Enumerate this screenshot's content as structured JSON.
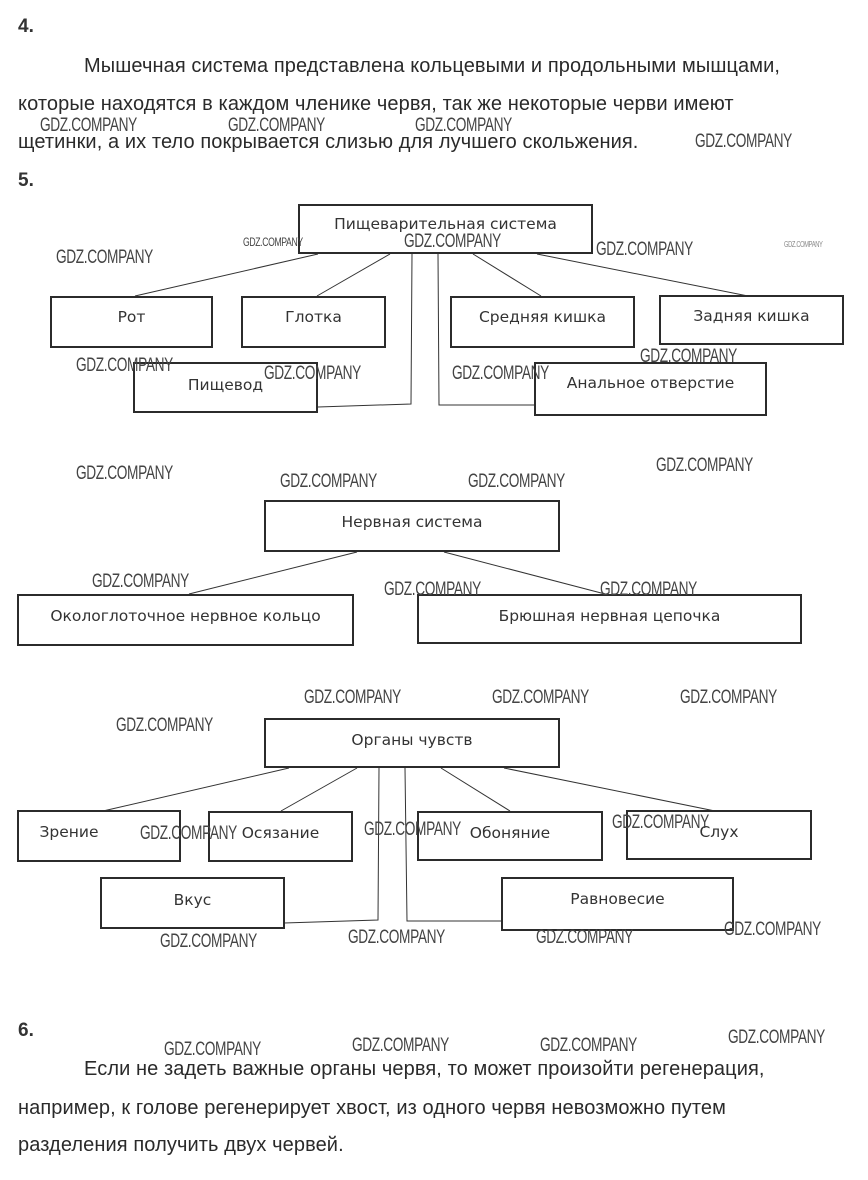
{
  "sections": {
    "q4": {
      "number": "4.",
      "lines": [
        "Мышечная система представлена кольцевыми и продольными мышцами,",
        "которые находятся в каждом членике червя, так же некоторые черви имеют",
        "щетинки, а их тело покрывается слизью для лучшего скольжения."
      ]
    },
    "q5": {
      "number": "5.",
      "digestive": {
        "root": "Пищеварительная система",
        "children": [
          "Рот",
          "Глотка",
          "Средняя кишка",
          "Задняя кишка",
          "Пищевод",
          "Анальное отверстие"
        ]
      },
      "nervous": {
        "root": "Нервная система",
        "children": [
          "Окологлоточное нервное кольцо",
          "Брюшная нервная цепочка"
        ]
      },
      "senses": {
        "root": "Органы чувств",
        "children": [
          "Зрение",
          "Осязание",
          "Обоняние",
          "Слух",
          "Вкус",
          "Равновесие"
        ]
      }
    },
    "q6": {
      "number": "6.",
      "lines": [
        "Если не задеть важные органы червя, то может произойти регенерация,",
        "например, к голове регенерирует хвост, из одного червя невозможно путем",
        "разделения получить двух червей."
      ]
    }
  },
  "watermark": "GDZ.COMPANY"
}
